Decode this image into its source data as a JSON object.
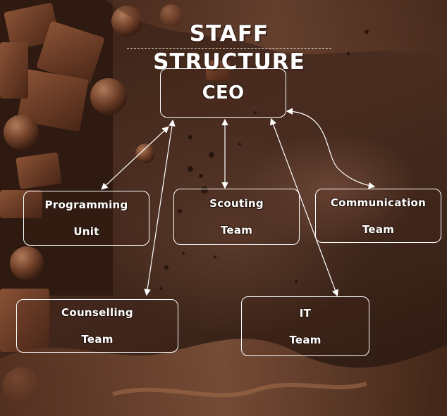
{
  "title": "STAFF STRUCTURE",
  "nodes": {
    "ceo": {
      "line1": "CEO"
    },
    "programming": {
      "line1": "Programming",
      "line2": "Unit"
    },
    "scouting": {
      "line1": "Scouting",
      "line2": "Team"
    },
    "communication": {
      "line1": "Communication",
      "line2": "Team"
    },
    "counselling": {
      "line1": "Counselling",
      "line2": "Team"
    },
    "it": {
      "line1": "IT",
      "line2": "Team"
    }
  },
  "connections": [
    {
      "from": "ceo",
      "to": "programming",
      "style": "double-arrow"
    },
    {
      "from": "ceo",
      "to": "scouting",
      "style": "double-arrow"
    },
    {
      "from": "ceo",
      "to": "communication",
      "style": "double-arrow"
    },
    {
      "from": "ceo",
      "to": "counselling",
      "style": "double-arrow"
    },
    {
      "from": "ceo",
      "to": "it",
      "style": "double-arrow"
    }
  ],
  "colors": {
    "background": "#3b2419",
    "box_border": "#ffffff",
    "text": "#ffffff"
  }
}
